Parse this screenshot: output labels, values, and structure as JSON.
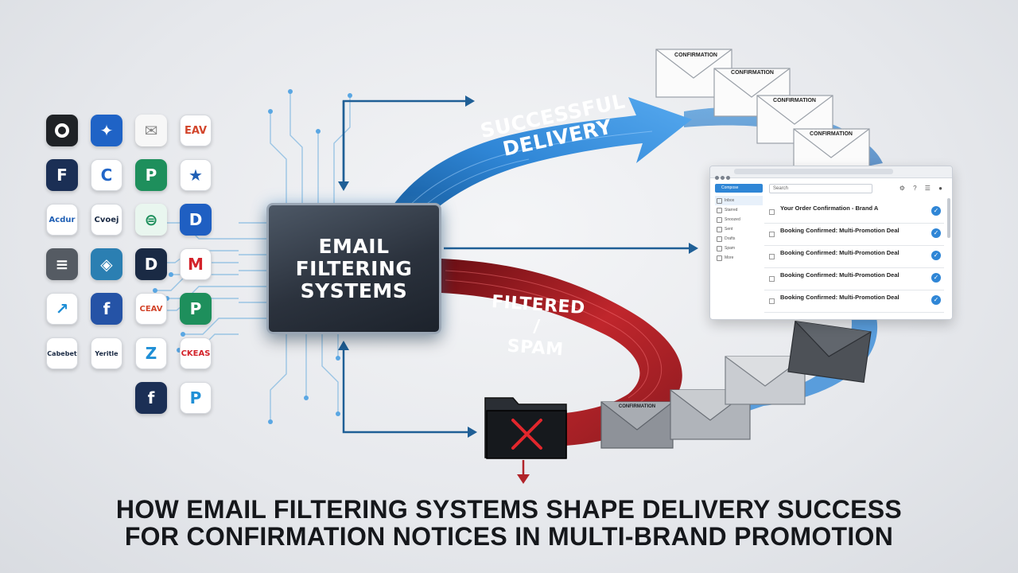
{
  "diagram": {
    "headline": {
      "line1": "HOW EMAIL FILTERING SYSTEMS SHAPE DELIVERY SUCCESS",
      "line2": "FOR CONFIRMATION NOTICES IN MULTI-BRAND PROMOTION"
    },
    "filter_box": {
      "title": "EMAIL\nFILTERING\nSYSTEMS"
    },
    "paths": {
      "success_label": "SUCCESSFUL\nDELIVERY",
      "spam_label": "FILTERED /\nSPAM"
    },
    "envelopes": {
      "confirmation_labels": [
        "CONFIRMATION",
        "CONFIRMATION",
        "CONFIRMATION",
        "CONFIRMATION"
      ],
      "spam_label": "CONFIRMATION"
    },
    "brands": [
      {
        "text": "",
        "bg": "#1f2226",
        "fg": "#ffffff",
        "icon": "circle-c-icon"
      },
      {
        "text": "✦",
        "bg": "#1f63c6",
        "fg": "#ffffff",
        "icon": "star-icon"
      },
      {
        "text": "✉",
        "bg": "#f7f7f7",
        "fg": "#888888",
        "icon": "envelope-icon"
      },
      {
        "text": "EAV",
        "bg": "#ffffff",
        "fg": "#d2452b",
        "icon": "text-logo-icon"
      },
      {
        "text": "F",
        "bg": "#1b2f55",
        "fg": "#ffffff",
        "icon": "f-logo-icon"
      },
      {
        "text": "C",
        "bg": "#ffffff",
        "fg": "#2266c8",
        "icon": "c-logo-icon"
      },
      {
        "text": "P",
        "bg": "#1e8f5c",
        "fg": "#ffffff",
        "icon": "p-logo-icon"
      },
      {
        "text": "★",
        "bg": "#ffffff",
        "fg": "#1f5fb5",
        "icon": "shield-icon"
      },
      {
        "text": "Acdur",
        "bg": "#ffffff",
        "fg": "#1f5fb5",
        "icon": "text-logo-icon"
      },
      {
        "text": "Cvoej",
        "bg": "#ffffff",
        "fg": "#1a2a44",
        "icon": "text-logo-icon"
      },
      {
        "text": "⊜",
        "bg": "#e9f6ef",
        "fg": "#1e8f5c",
        "icon": "circle-logo-icon"
      },
      {
        "text": "D",
        "bg": "#1f5fc2",
        "fg": "#ffffff",
        "icon": "d-logo-icon"
      },
      {
        "text": "≡",
        "bg": "#555b63",
        "fg": "#ffffff",
        "icon": "stack-icon"
      },
      {
        "text": "◈",
        "bg": "#2b7fb2",
        "fg": "#ffffff",
        "icon": "layers-icon"
      },
      {
        "text": "D",
        "bg": "#1a2a44",
        "fg": "#ffffff",
        "icon": "d-logo-icon"
      },
      {
        "text": "M",
        "bg": "#ffffff",
        "fg": "#d3222a",
        "icon": "m-logo-icon"
      },
      {
        "text": "↗",
        "bg": "#ffffff",
        "fg": "#1f8fd6",
        "icon": "arrow-logo-icon"
      },
      {
        "text": "f",
        "bg": "#2553a6",
        "fg": "#ffffff",
        "icon": "facebook-icon"
      },
      {
        "text": "CEAV",
        "bg": "#ffffff",
        "fg": "#d2452b",
        "icon": "text-logo-icon"
      },
      {
        "text": "P",
        "bg": "#1e8f5c",
        "fg": "#ffffff",
        "icon": "p-logo-icon"
      },
      {
        "text": "Cabebet",
        "bg": "#ffffff",
        "fg": "#1a2a44",
        "icon": "text-logo-icon"
      },
      {
        "text": "Yeritle",
        "bg": "#ffffff",
        "fg": "#1a2a44",
        "icon": "text-logo-icon"
      },
      {
        "text": "Z",
        "bg": "#ffffff",
        "fg": "#1f8fd6",
        "icon": "z-logo-icon"
      },
      {
        "text": "CKEAS",
        "bg": "#ffffff",
        "fg": "#d3222a",
        "icon": "text-logo-icon"
      },
      {
        "text": "f",
        "bg": "#1b2f55",
        "fg": "#ffffff",
        "icon": "facebook-icon"
      },
      {
        "text": "P",
        "bg": "#ffffff",
        "fg": "#1f8fd6",
        "icon": "p-logo-icon"
      }
    ],
    "inbox": {
      "search": "Search",
      "compose": "Compose",
      "side_items": [
        "Inbox",
        "Starred",
        "Snoozed",
        "Sent",
        "Drafts",
        "Spam",
        "More"
      ],
      "rows": [
        "Your Order Confirmation - Brand A",
        "Booking Confirmed: Multi-Promotion Deal",
        "Booking Confirmed: Multi-Promotion Deal",
        "Booking Confirmed: Multi-Promotion Deal",
        "Booking Confirmed: Multi-Promotion Deal"
      ]
    },
    "colors": {
      "success": "#2f86d6",
      "spam": "#c0262c",
      "connector": "#1f5f96"
    }
  }
}
